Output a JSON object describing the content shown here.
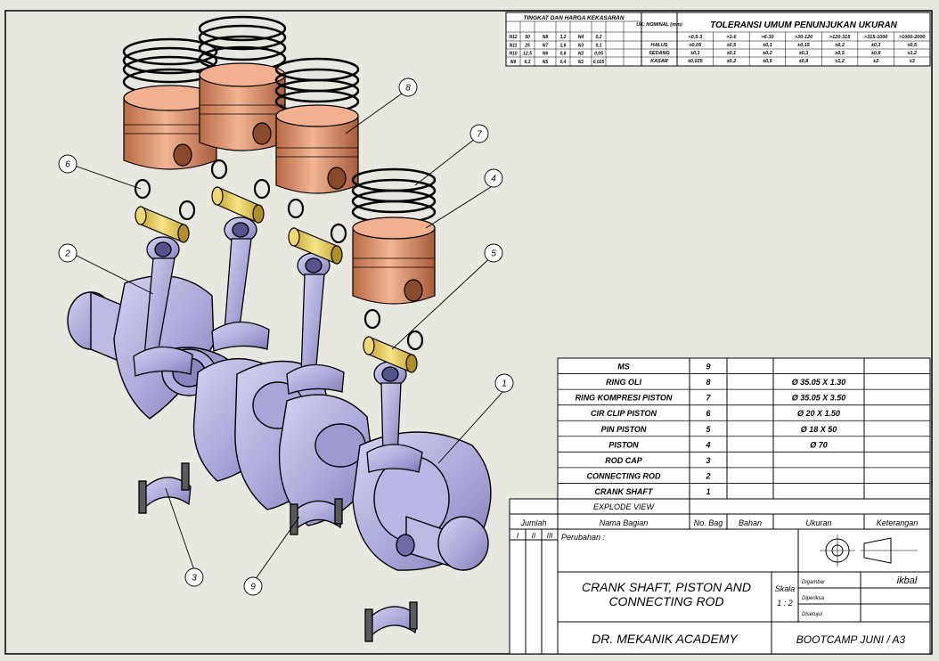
{
  "colors": {
    "sheet_bg": "#e8e8e0",
    "piston": "#d8865a",
    "piston_light": "#f2b08e",
    "pin": "#e8d060",
    "steel": "#a8a6d8",
    "steel_dark": "#6e6ca8"
  },
  "tolerance_table": {
    "left_title": "TINGKAT DAN HARGA KEKASARAN",
    "left_rows": [
      [
        "N12",
        "50",
        "N8",
        "3,2",
        "N4",
        "0,2"
      ],
      [
        "N11",
        "25",
        "N7",
        "1,6",
        "N3",
        "0,1"
      ],
      [
        "N10",
        "12,5",
        "N6",
        "0,8",
        "N2",
        "0,05"
      ],
      [
        "N9",
        "6,3",
        "N5",
        "0,4",
        "N1",
        "0,025"
      ]
    ],
    "mid_header": "UK. NOMINAL (mm)",
    "mid_rows": [
      "HALUS",
      "SEDANG",
      "KASAR"
    ],
    "right_title": "TOLERANSI UMUM PENUNJUKAN UKURAN",
    "ranges": [
      ">0,5-3",
      ">3-6",
      ">6-30",
      ">30-120",
      ">120-315",
      ">315-1000",
      ">1000-2000"
    ],
    "rows": [
      [
        "±0,05",
        "±0,5",
        "±0,1",
        "±0,15",
        "±0,2",
        "±0,3",
        "±0,5"
      ],
      [
        "±0,1",
        "±0,1",
        "±0,2",
        "±0,3",
        "±0,5",
        "±0,8",
        "±1,2"
      ],
      [
        "±0,025",
        "±0,2",
        "±0,5",
        "±0,8",
        "±1,2",
        "±2",
        "±3"
      ]
    ]
  },
  "callouts": [
    "1",
    "2",
    "3",
    "4",
    "5",
    "6",
    "7",
    "8",
    "9"
  ],
  "parts_list": {
    "rows": [
      {
        "name": "MS",
        "no": "9",
        "size": ""
      },
      {
        "name": "RING OLI",
        "no": "8",
        "size": "Ø 35.05 X 1.30"
      },
      {
        "name": "RING KOMPRESI PISTON",
        "no": "7",
        "size": "Ø 35.05 X 3.50"
      },
      {
        "name": "CIR CLIP PISTON",
        "no": "6",
        "size": "Ø 20 X 1.50"
      },
      {
        "name": "PIN PISTON",
        "no": "5",
        "size": "Ø 18 X 50"
      },
      {
        "name": "PISTON",
        "no": "4",
        "size": "Ø 70"
      },
      {
        "name": "ROD CAP",
        "no": "3",
        "size": ""
      },
      {
        "name": "CONNECTING ROD",
        "no": "2",
        "size": ""
      },
      {
        "name": "CRANK SHAFT",
        "no": "1",
        "size": ""
      }
    ],
    "explode_label": "EXPLODE VIEW",
    "header": {
      "jumlah": "Jumlah",
      "nama": "Nama Bagian",
      "no": "No. Bag",
      "bahan": "Bahan",
      "ukuran": "Ukuran",
      "ket": "Keterangan"
    }
  },
  "title_block": {
    "rev_cols": [
      "I",
      "II",
      "III"
    ],
    "perubahan": "Perubahan :",
    "title_line1": "CRANK SHAFT, PISTON AND",
    "title_line2": "CONNECTING ROD",
    "skala_label": "Skala",
    "skala_value": "1 : 2",
    "digambar": "Digambar",
    "diperiksa": "Diperiksa",
    "disetujui": "Disetujui",
    "author": "ikbal",
    "org": "DR. MEKANIK ACADEMY",
    "code": "BOOTCAMP JUNI / A3"
  }
}
